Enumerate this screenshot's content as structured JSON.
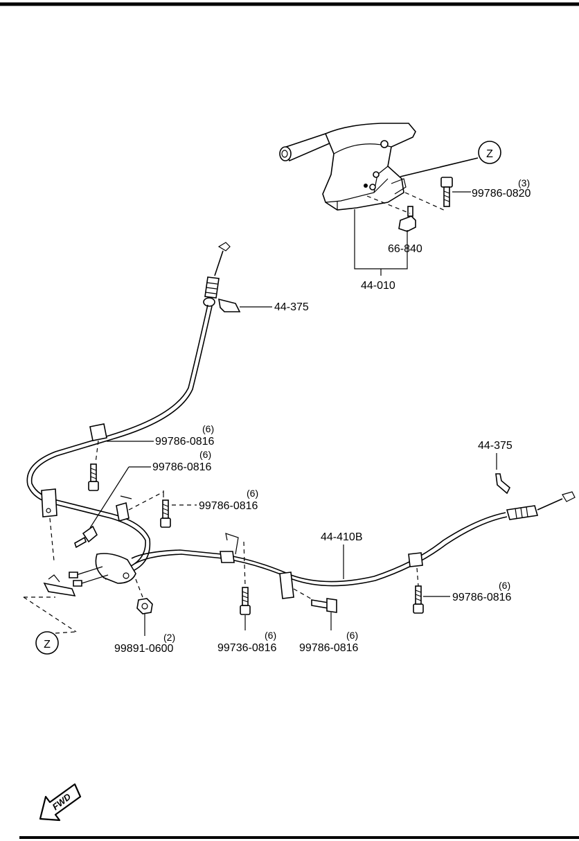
{
  "diagram": {
    "callouts": {
      "lever_assembly": "44-010",
      "switch": "66-840",
      "bolt_lever": "99786-0820",
      "bolt_lever_qty": "(3)",
      "front_cable": "44-375",
      "clip_rear": "44-375",
      "rear_cable": "44-410B",
      "bolt_a": "99786-0816",
      "bolt_a_qty": "(6)",
      "bolt_b": "99786-0816",
      "bolt_b_qty": "(6)",
      "bolt_c": "99786-0816",
      "bolt_c_qty": "(6)",
      "bolt_d": "99786-0816",
      "bolt_d_qty": "(6)",
      "bolt_e": "99736-0816",
      "bolt_e_qty": "(6)",
      "bolt_f": "99786-0816",
      "bolt_f_qty": "(6)",
      "nut": "99891-0600",
      "nut_qty": "(2)",
      "ref_top": "Z",
      "ref_bottom": "Z"
    },
    "fwd_label": "FWD"
  }
}
